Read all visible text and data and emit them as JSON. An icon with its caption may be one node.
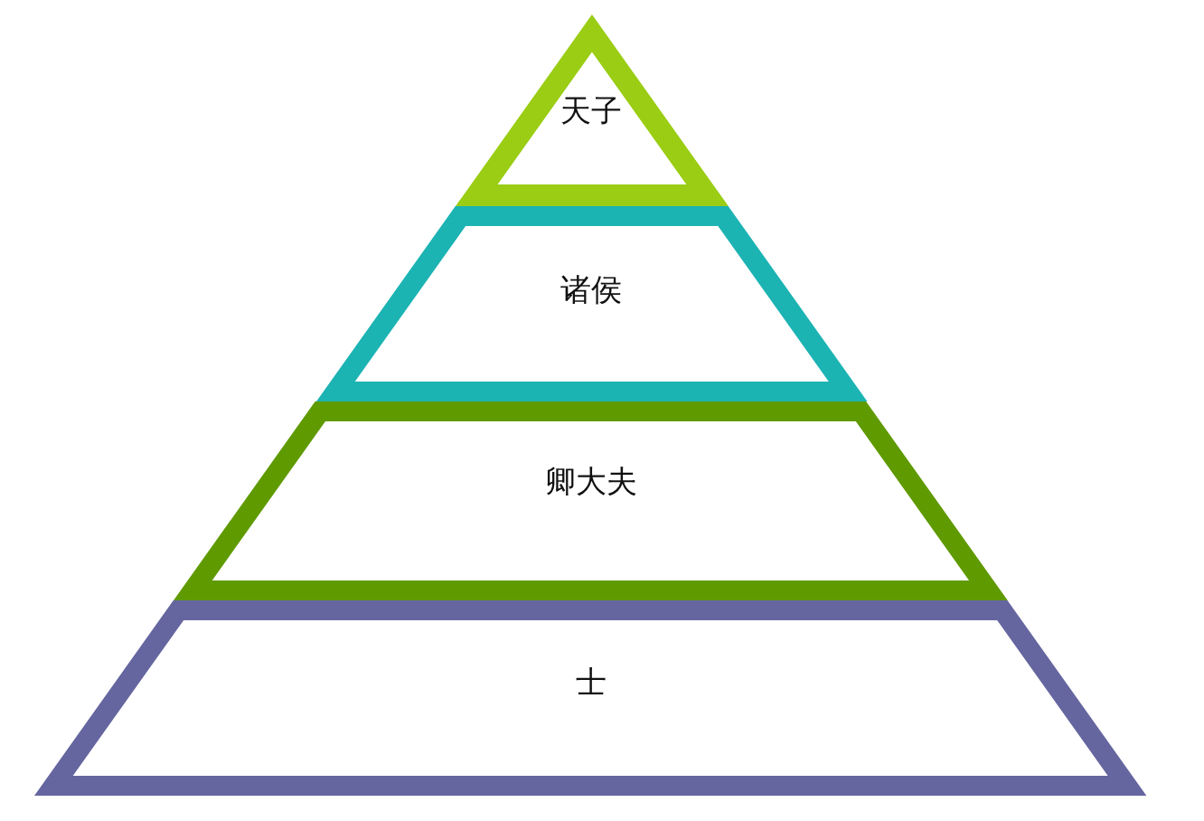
{
  "diagram": {
    "nodes": [
      {
        "text": [
          "天子"
        ]
      },
      {
        "text": [
          "诸侯"
        ]
      },
      {
        "text": [
          "卿大夫"
        ]
      },
      {
        "text": [
          "士"
        ]
      }
    ]
  }
}
